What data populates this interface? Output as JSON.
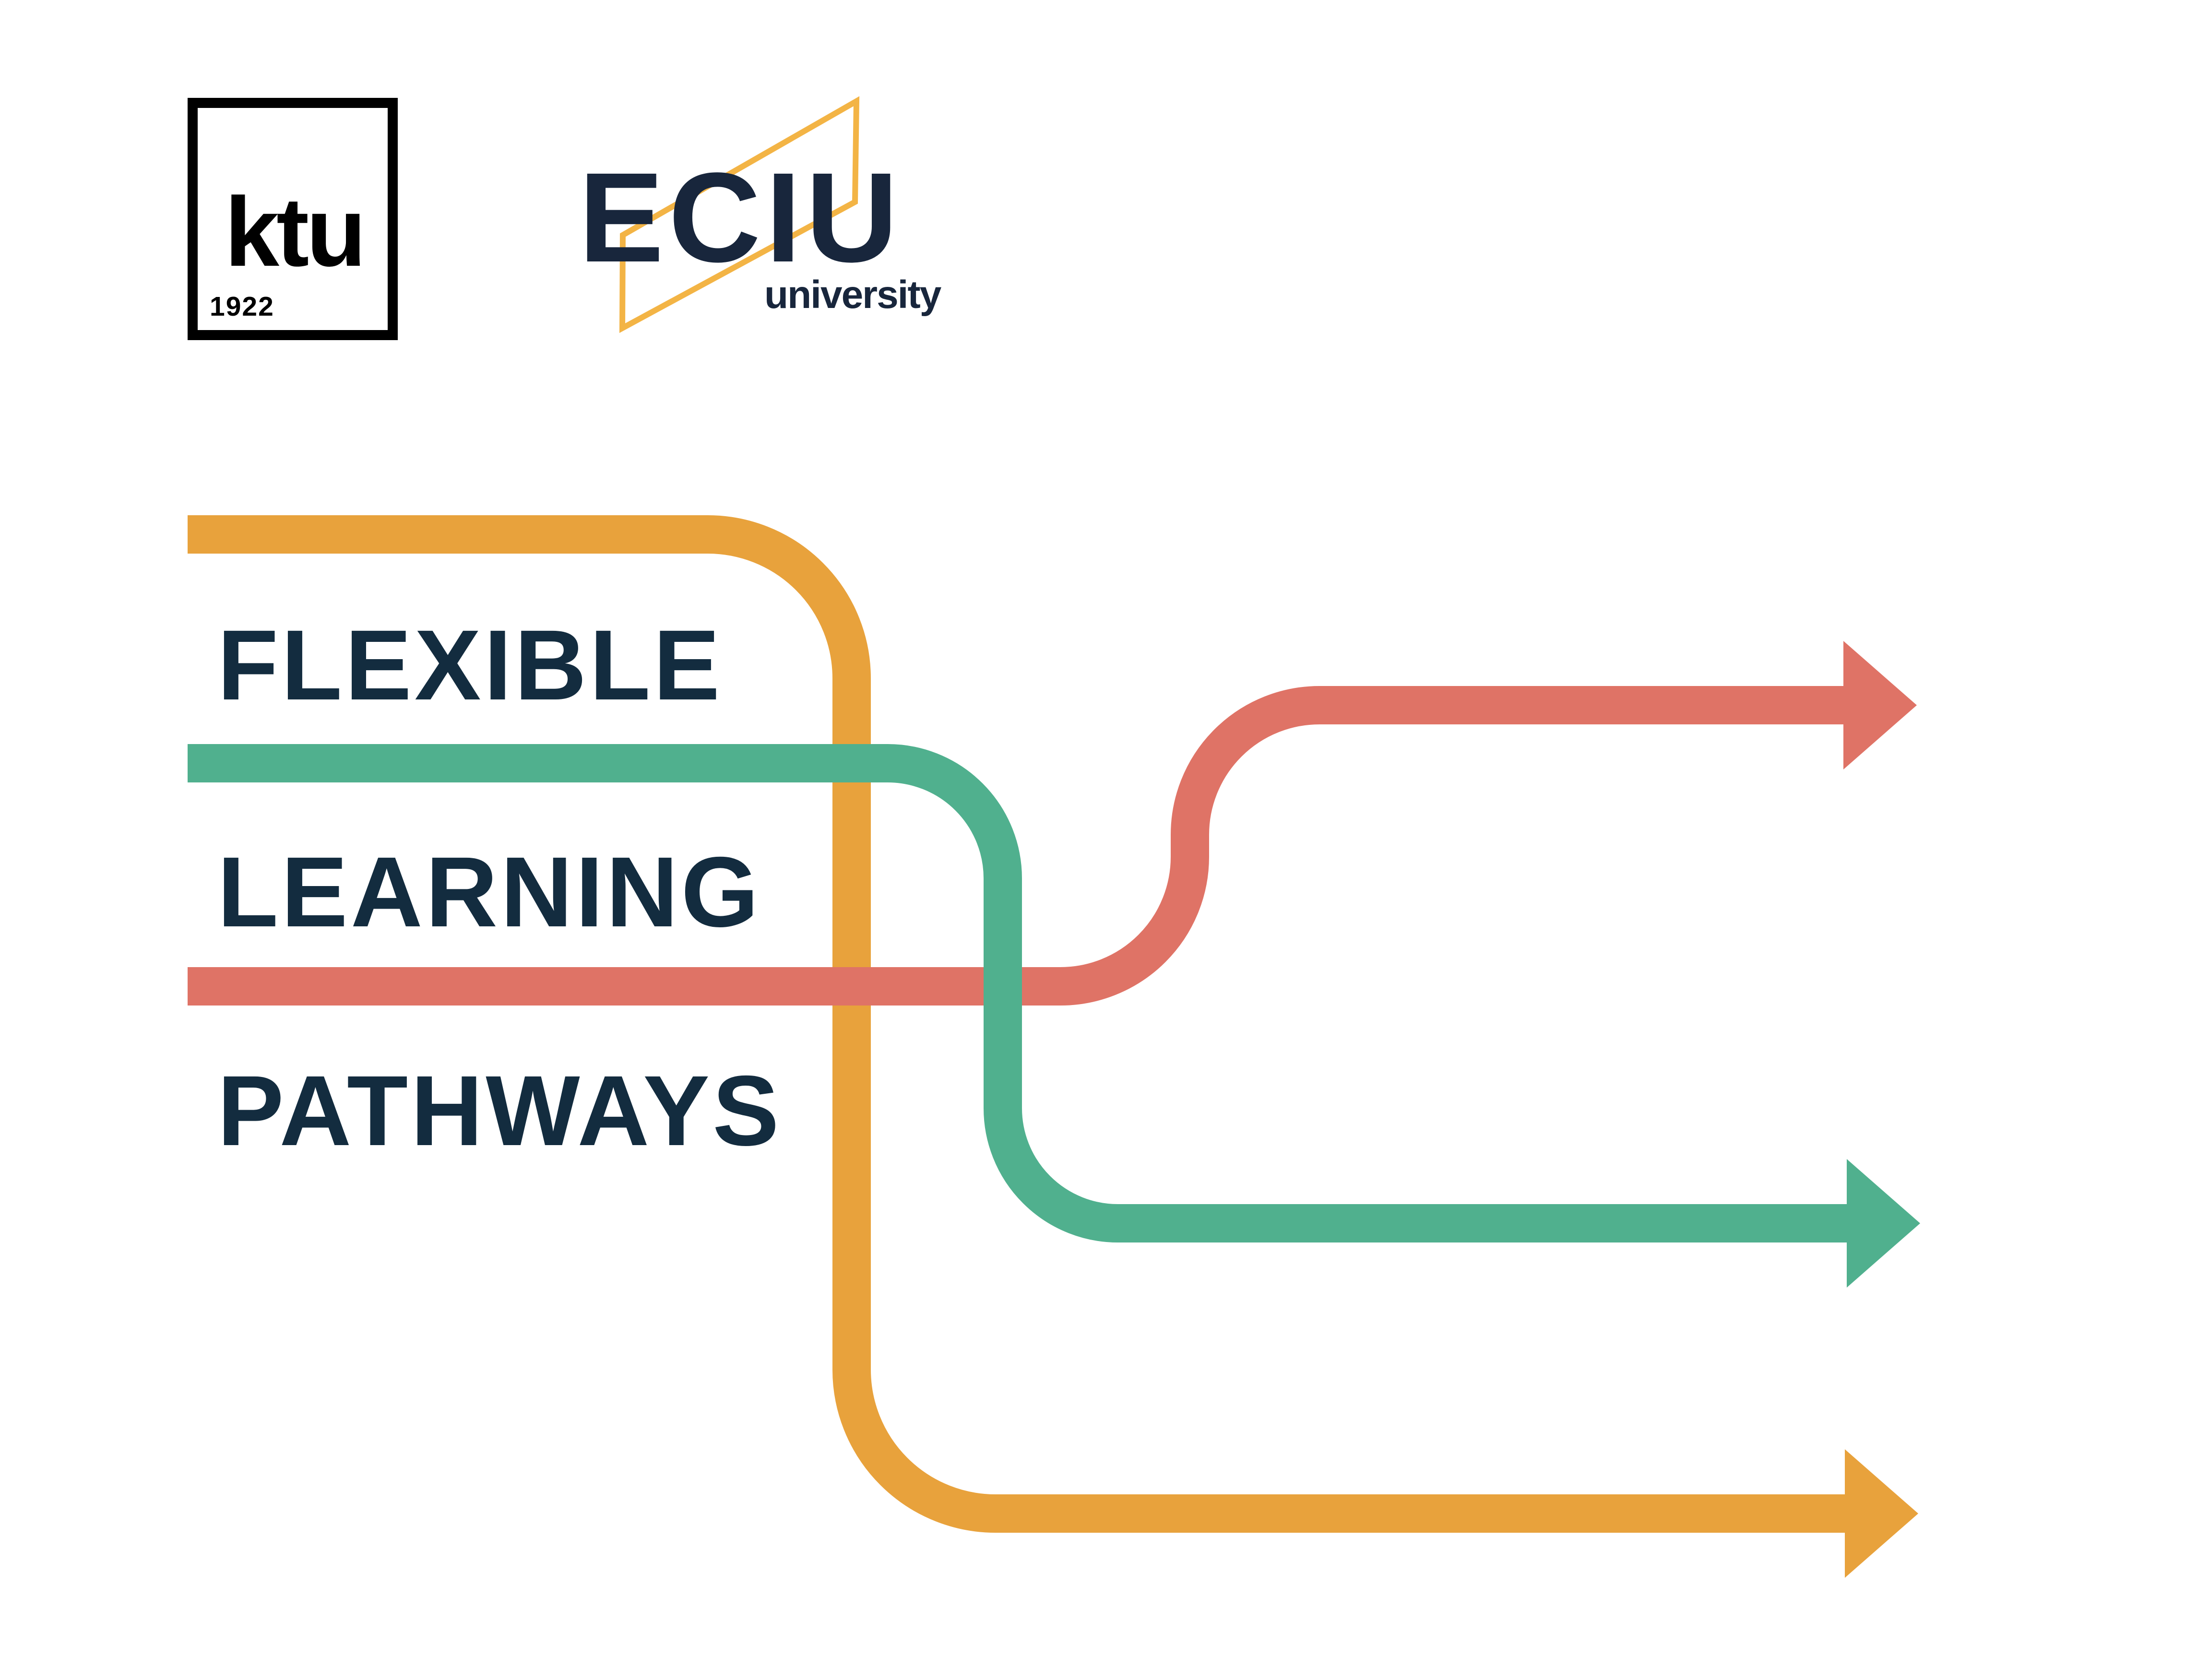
{
  "colors": {
    "background": "#FFFFFF",
    "black": "#000000",
    "navy": "#132C3F",
    "logo_navy": "#18263C",
    "logo_yellow": "#F3B445",
    "path_yellow": "#E8A23C",
    "path_teal": "#50B08E",
    "path_red": "#DF7366"
  },
  "ktu_logo": {
    "name": "ktu",
    "year": "1922"
  },
  "eciu_logo": {
    "name": "ECIU",
    "subtitle": "university"
  },
  "headline": {
    "line1": "FLEXIBLE",
    "line2": "LEARNING",
    "line3": "PATHWAYS"
  },
  "diagram": {
    "description": "Three metro-style flow lines starting flush at the left edge, weaving past each other and ending in right-pointing arrows",
    "flow_lines": [
      {
        "id": "yellow",
        "color": "#E8A23C",
        "route": "starts top-left, turns down, exits bottom-right arrow"
      },
      {
        "id": "teal",
        "color": "#50B08E",
        "route": "starts middle-left, turns down, exits middle-right arrow"
      },
      {
        "id": "red",
        "color": "#DF7366",
        "route": "starts bottom-left, s-curves up, exits top-right arrow"
      }
    ],
    "z_order_bottom_to_top": [
      "yellow",
      "red",
      "teal"
    ]
  }
}
